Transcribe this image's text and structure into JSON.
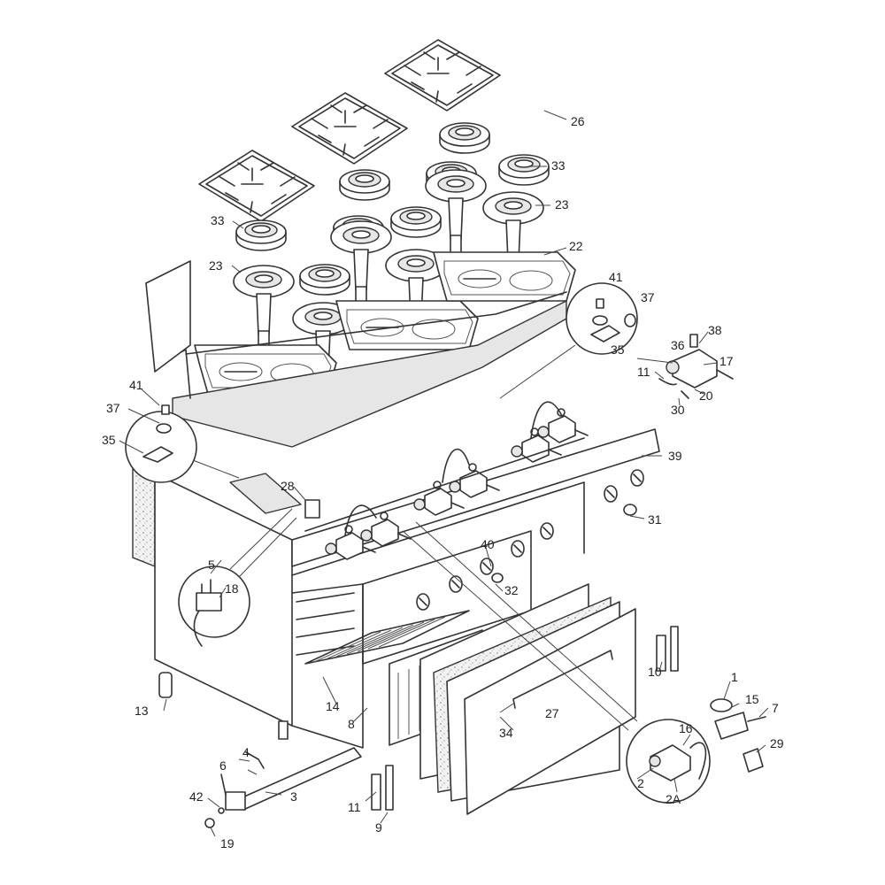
{
  "labels": {
    "l1": "1",
    "l2": "2",
    "l2a": "2A",
    "l3": "3",
    "l4": "4",
    "l5": "5",
    "l6": "6",
    "l7": "7",
    "l8": "8",
    "l9": "9",
    "l10": "10",
    "l11a": "11",
    "l11b": "11",
    "l13": "13",
    "l14": "14",
    "l15": "15",
    "l16": "16",
    "l17": "17",
    "l18": "18",
    "l19": "19",
    "l20": "20",
    "l22": "22",
    "l23a": "23",
    "l23b": "23",
    "l26": "26",
    "l27": "27",
    "l28": "28",
    "l29": "29",
    "l30": "30",
    "l31": "31",
    "l32": "32",
    "l33a": "33",
    "l33b": "33",
    "l34": "34",
    "l35a": "35",
    "l35b": "35",
    "l36": "36",
    "l37a": "37",
    "l37b": "37",
    "l38": "38",
    "l39": "39",
    "l40": "40",
    "l41a": "41",
    "l41b": "41",
    "l42": "42"
  }
}
